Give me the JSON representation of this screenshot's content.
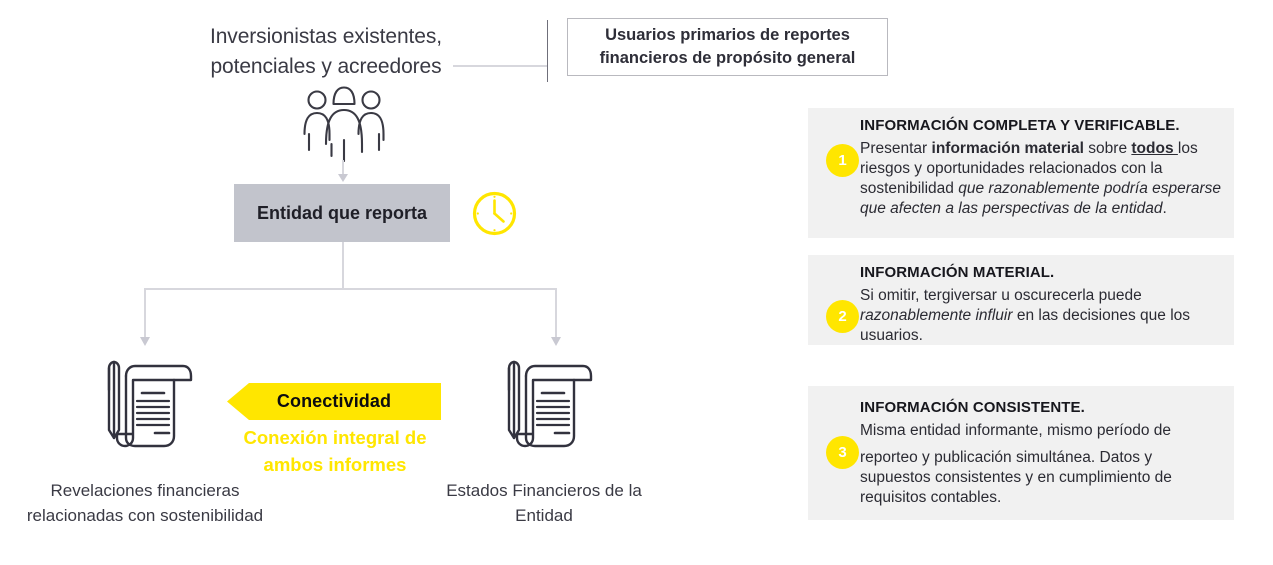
{
  "diagram": {
    "investors_label": "Inversionistas existentes, potenciales y acreedores",
    "primary_users_box": "Usuarios primarios de reportes financieros de propósito general",
    "entity_box": "Entidad que reporta",
    "connectivity_banner": "Conectividad",
    "connectivity_sub": "Conexión integral de ambos informes",
    "caption_left": "Revelaciones financieras relacionadas con sostenibilidad",
    "caption_right": "Estados Financieros de la Entidad",
    "icons": {
      "people": "people-group-icon",
      "clock": "clock-icon",
      "document_left": "scroll-document-pen-icon",
      "document_right": "scroll-document-pen-icon"
    }
  },
  "cards": [
    {
      "number": "1",
      "title": "INFORMACIÓN COMPLETA Y VERIFICABLE.",
      "text_plain": "Presentar información material sobre todos los riesgos y oportunidades relacionados con la sostenibilidad que razonablemente podría esperarse que afecten a las perspectivas de la entidad."
    },
    {
      "number": "2",
      "title": "INFORMACIÓN MATERIAL.",
      "text_plain": "Si omitir, tergiversar u oscurecerla puede razonablemente influir en las decisiones que los usuarios."
    },
    {
      "number": "3",
      "title": "INFORMACIÓN CONSISTENTE.",
      "text_line1": "Misma entidad informante, mismo período de",
      "text_line2": "reporteo y publicación simultánea. Datos y supuestos consistentes y en cumplimiento de requisitos contables."
    }
  ],
  "colors": {
    "accent_yellow": "#FFE600",
    "card_background": "#F1F1F1",
    "entity_box_gray": "#C2C4CC",
    "text_dark": "#2E2E38",
    "connector_gray": "#D7D7DD"
  }
}
